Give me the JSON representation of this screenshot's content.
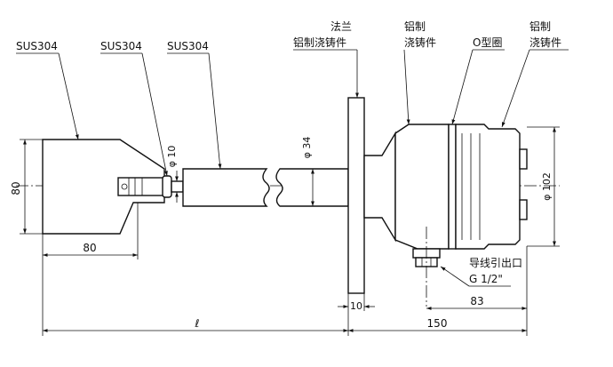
{
  "labels": {
    "vane_material": "SUS304",
    "shaft_material": "SUS304",
    "tube_material": "SUS304",
    "flange_line1": "法兰",
    "flange_line2": "铝制浇铸件",
    "housing_line1": "铝制",
    "housing_line2": "浇铸件",
    "o_ring": "O型圈",
    "cover_line1": "铝制",
    "cover_line2": "浇铸件",
    "cable_exit": "导线引出口",
    "thread": "G 1/2\""
  },
  "dimensions": {
    "vane_height": "80",
    "vane_length": "80",
    "shaft_dia": "φ 10",
    "tube_dia": "φ 34",
    "housing_dia": "φ 102",
    "insertion_length": "ℓ",
    "flange_thickness": "10",
    "housing_offset": "83",
    "head_length": "150"
  }
}
